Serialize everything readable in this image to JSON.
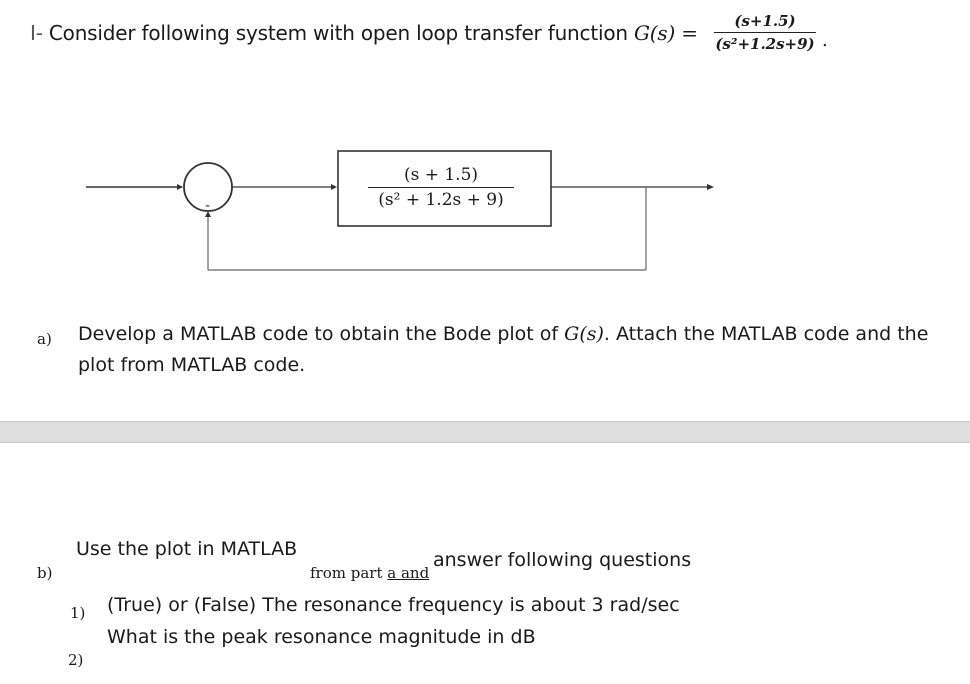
{
  "question_marker": "I-",
  "question_intro": "Consider following system with open loop transfer function ",
  "func_name": "G(s)",
  "equals": "=",
  "tf_numerator": "(s+1.5)",
  "tf_denominator": "(s²+1.2s+9)",
  "tf_trailing": ".",
  "diagram": {
    "block_numerator": "(s + 1.5)",
    "block_denominator": "(s² + 1.2s + 9)",
    "summing_sign": "-"
  },
  "part_a": {
    "label": "a)",
    "text_pre": "Develop a MATLAB code to obtain the Bode plot of ",
    "func": "G(s)",
    "text_post": ". Attach the MATLAB code and the plot from MATLAB code."
  },
  "part_b": {
    "label": "b)",
    "line1": "Use the plot in MATLAB",
    "from_part_prefix": "from part ",
    "from_part_link": "a and",
    "answer_text": "answer following questions",
    "items": [
      {
        "num": "1)",
        "text": "(True) or (False) The resonance frequency is about 3 rad/sec"
      },
      {
        "num": "2)",
        "text": "What is the peak resonance magnitude in dB"
      }
    ]
  }
}
